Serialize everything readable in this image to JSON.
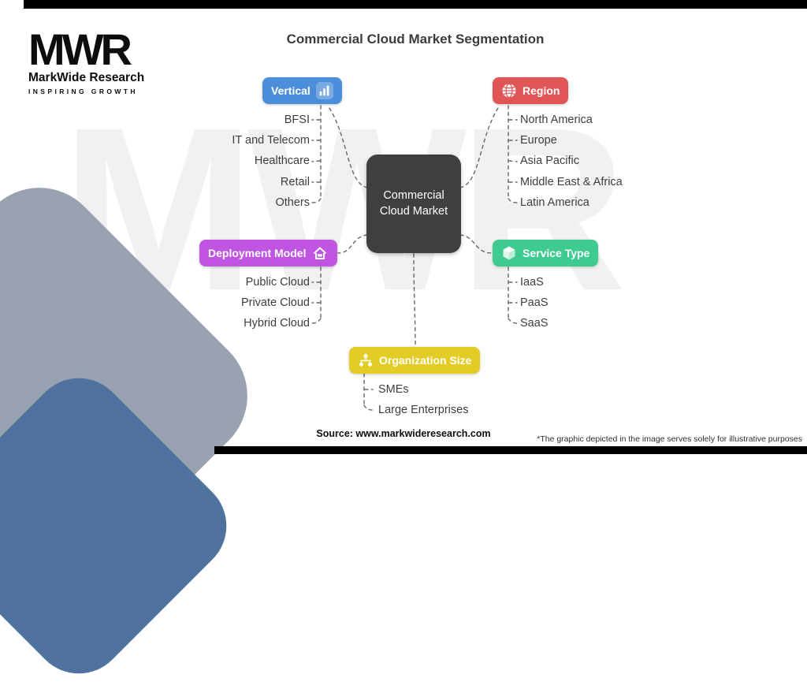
{
  "page": {
    "title": "Commercial Cloud Market Segmentation",
    "source": "Source: www.markwideresearch.com",
    "disclaimer": "*The graphic depicted in the image serves solely for illustrative purposes",
    "watermark": "MWR"
  },
  "logo": {
    "acronym": "MWR",
    "name": "MarkWide Research",
    "tagline": "INSPIRING GROWTH"
  },
  "center_node": {
    "label": "Commercial Cloud Market",
    "color": "#3f3f3f"
  },
  "branches": [
    {
      "label": "Vertical",
      "color": "#4d8edb",
      "icon": "bar-chart-icon",
      "items": [
        "BFSI",
        "IT and Telecom",
        "Healthcare",
        "Retail",
        "Others"
      ]
    },
    {
      "label": "Region",
      "color": "#e05656",
      "icon": "globe-icon",
      "items": [
        "North America",
        "Europe",
        "Asia Pacific",
        "Middle East & Africa",
        "Latin America"
      ]
    },
    {
      "label": "Deployment Model",
      "color": "#bf55e0",
      "icon": "house-cloud-icon",
      "items": [
        "Public Cloud",
        "Private Cloud",
        "Hybrid Cloud"
      ]
    },
    {
      "label": "Service Type",
      "color": "#3ecb90",
      "icon": "cube-icon",
      "items": [
        "IaaS",
        "PaaS",
        "SaaS"
      ]
    },
    {
      "label": "Organization Size",
      "color": "#e2cc25",
      "icon": "org-chart-icon",
      "items": [
        "SMEs",
        "Large Enterprises"
      ]
    }
  ],
  "decor": {
    "bar_color": "#000000",
    "corner_gray": "#98a2b0",
    "corner_blue": "#4f739e"
  }
}
